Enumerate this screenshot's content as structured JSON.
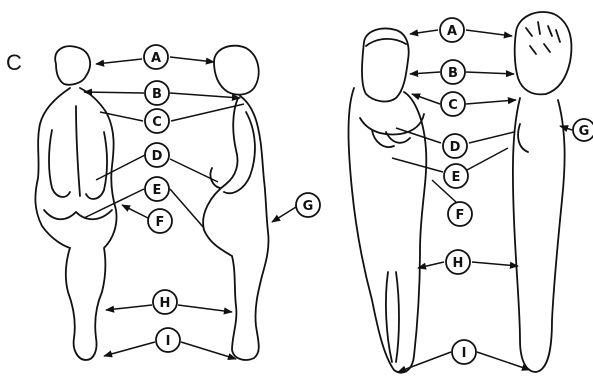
{
  "panel_label": "C",
  "left_figure": {
    "labels": [
      "A",
      "B",
      "C",
      "D",
      "E",
      "F",
      "G",
      "H",
      "I"
    ]
  },
  "right_figure": {
    "labels": [
      "A",
      "B",
      "C",
      "D",
      "E",
      "F",
      "G",
      "H",
      "I"
    ]
  },
  "colors": {
    "ink": "#111111",
    "background": "#ffffff"
  }
}
